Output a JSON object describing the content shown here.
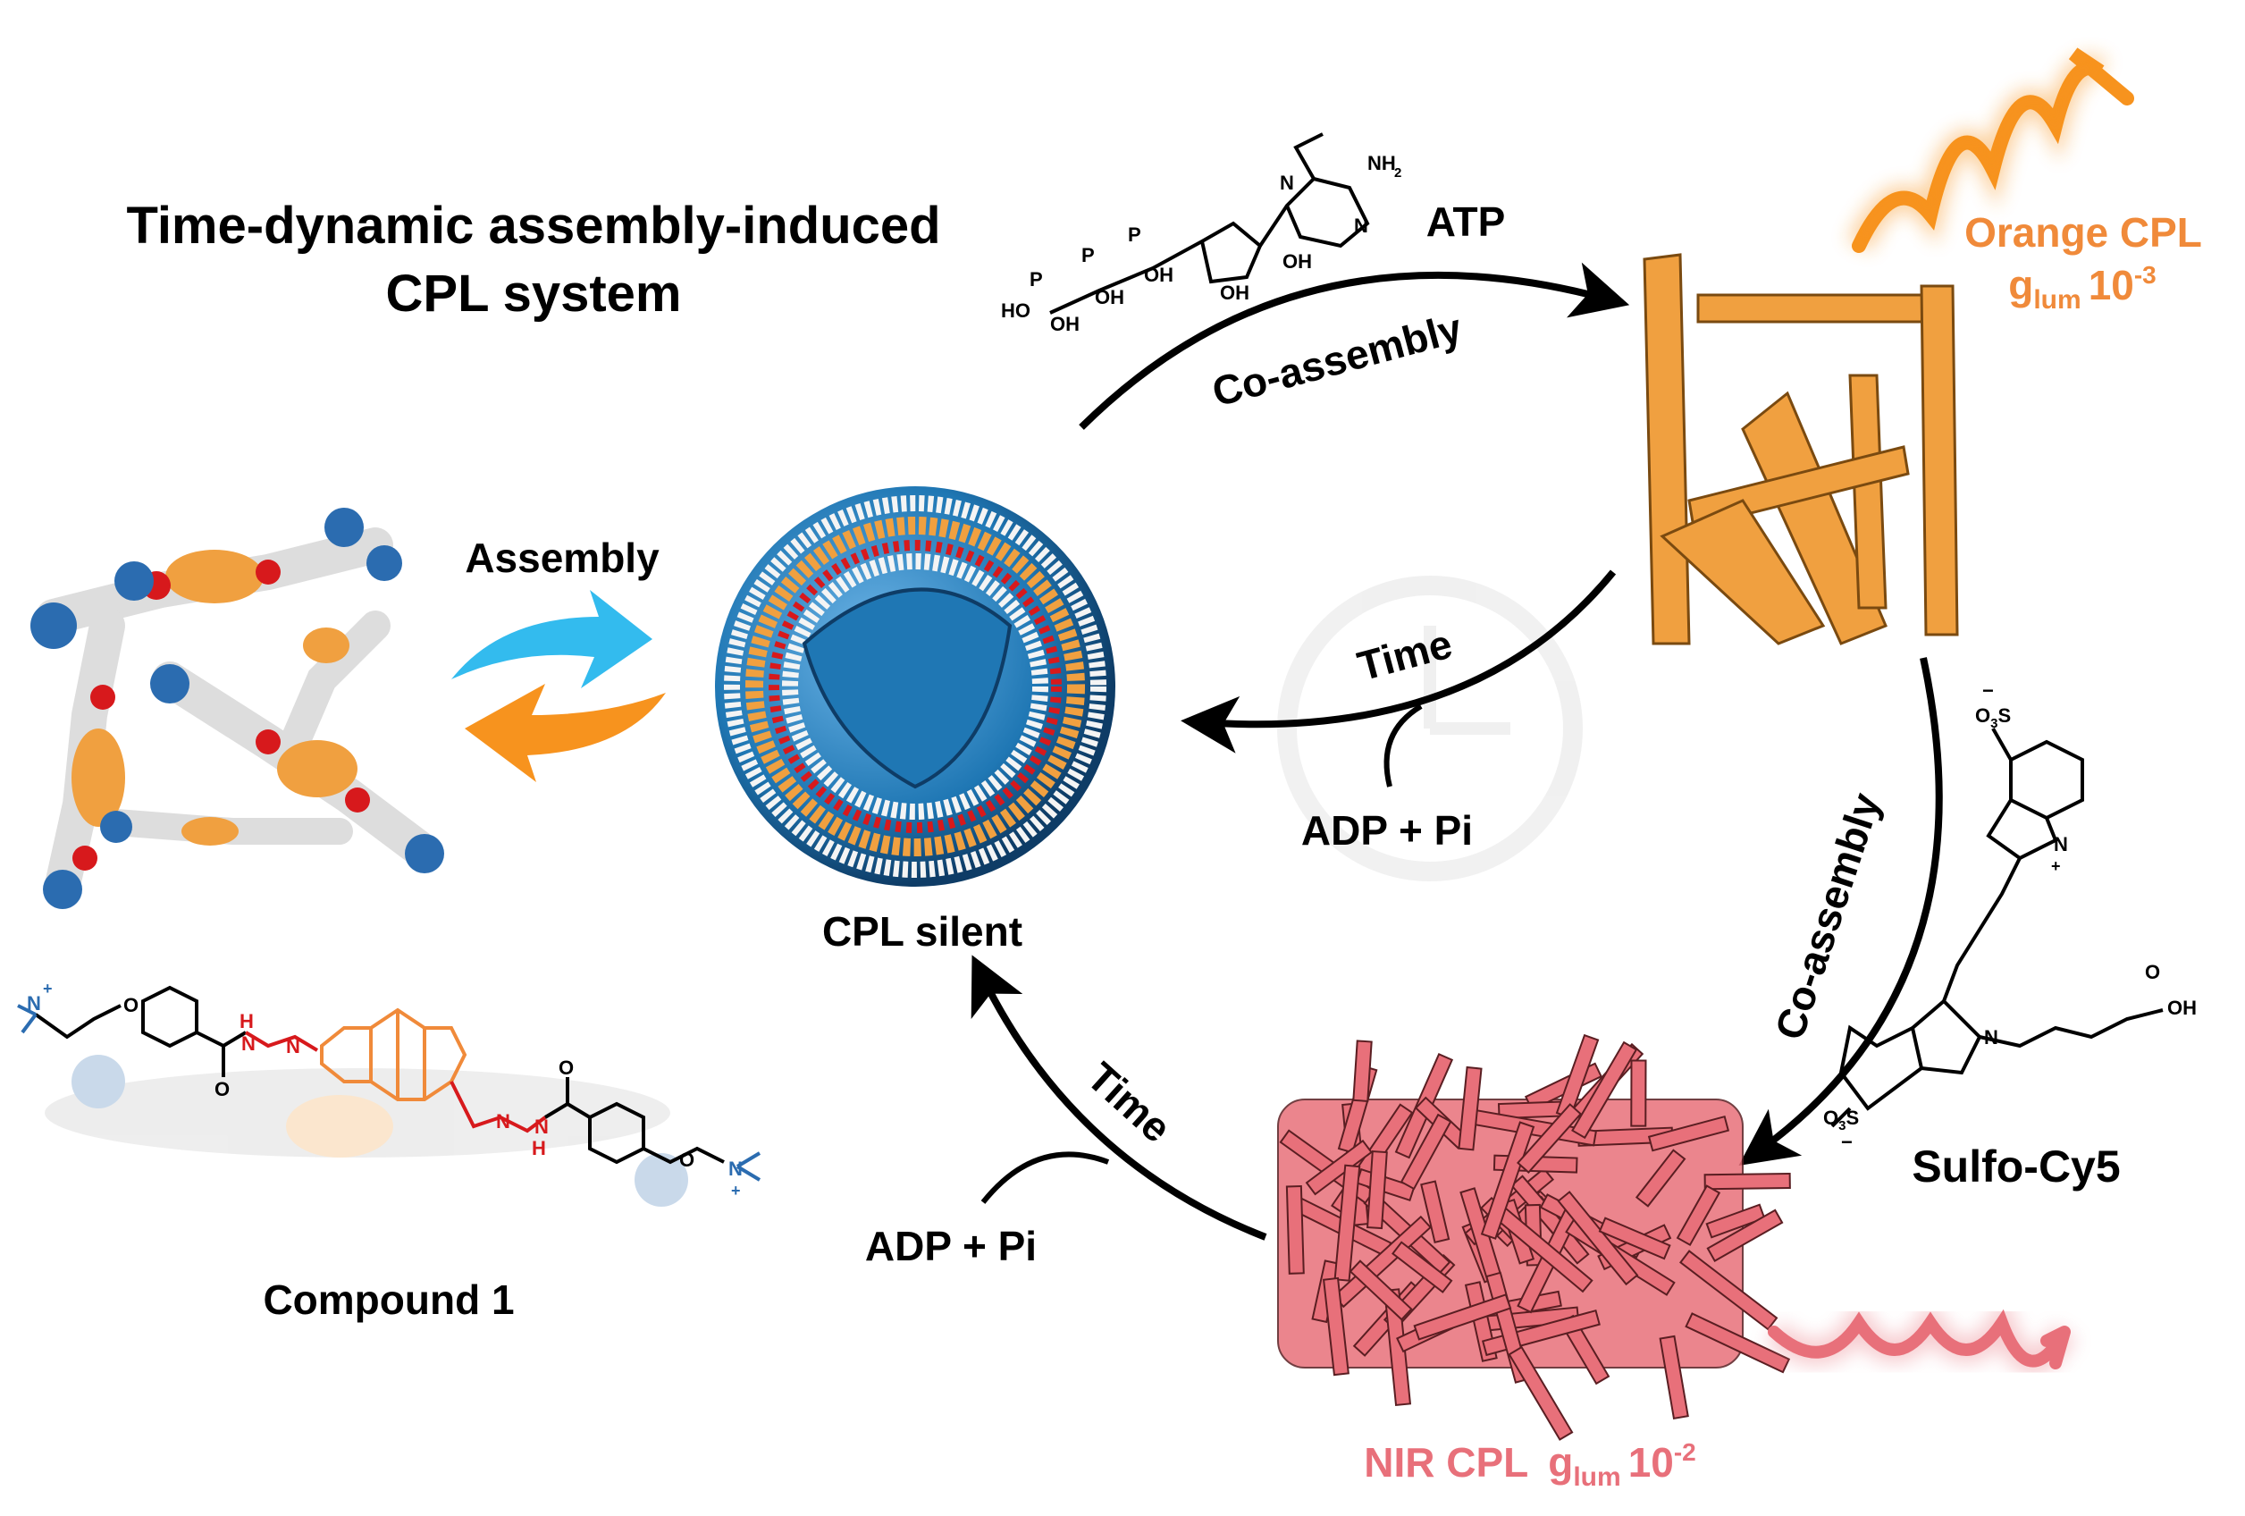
{
  "title": {
    "line1": "Time-dynamic assembly-induced",
    "line2": "CPL system"
  },
  "labels": {
    "assembly": "Assembly",
    "atp": "ATP",
    "co_assembly_top": "Co-assembly",
    "time_middle": "Time",
    "adp_pi_middle": "ADP + Pi",
    "cpl_silent": "CPL silent",
    "co_assembly_right": "Co-assembly",
    "sulfo_cy5": "Sulfo-Cy5",
    "time_lower": "Time",
    "adp_pi_lower": "ADP + Pi",
    "compound": "Compound 1"
  },
  "orange_cpl": {
    "name": "Orange CPL",
    "g": "g",
    "sub": "lum",
    "base": "10",
    "exp": "-3"
  },
  "nir_cpl": {
    "name": "NIR CPL",
    "g": "g",
    "sub": "lum",
    "base": "10",
    "exp": "-2"
  },
  "chem": {
    "nh2": "NH",
    "nh2_sub": "2",
    "n": "N",
    "o": "O",
    "oh": "OH",
    "ho": "HO",
    "p": "P",
    "h": "H",
    "o3s": "O",
    "o3s_sub": "3",
    "s": "S",
    "nplus": "N",
    "plus": "+",
    "minus": "−"
  },
  "colors": {
    "orange": "#f0a040",
    "orange_text": "#f08a3a",
    "nir": "#e8707a",
    "blue_arrow": "#33bbee",
    "orange_arrow": "#f7931e",
    "red_linker": "#d7191c",
    "blue_group": "#2b6cb0",
    "black": "#000000"
  }
}
